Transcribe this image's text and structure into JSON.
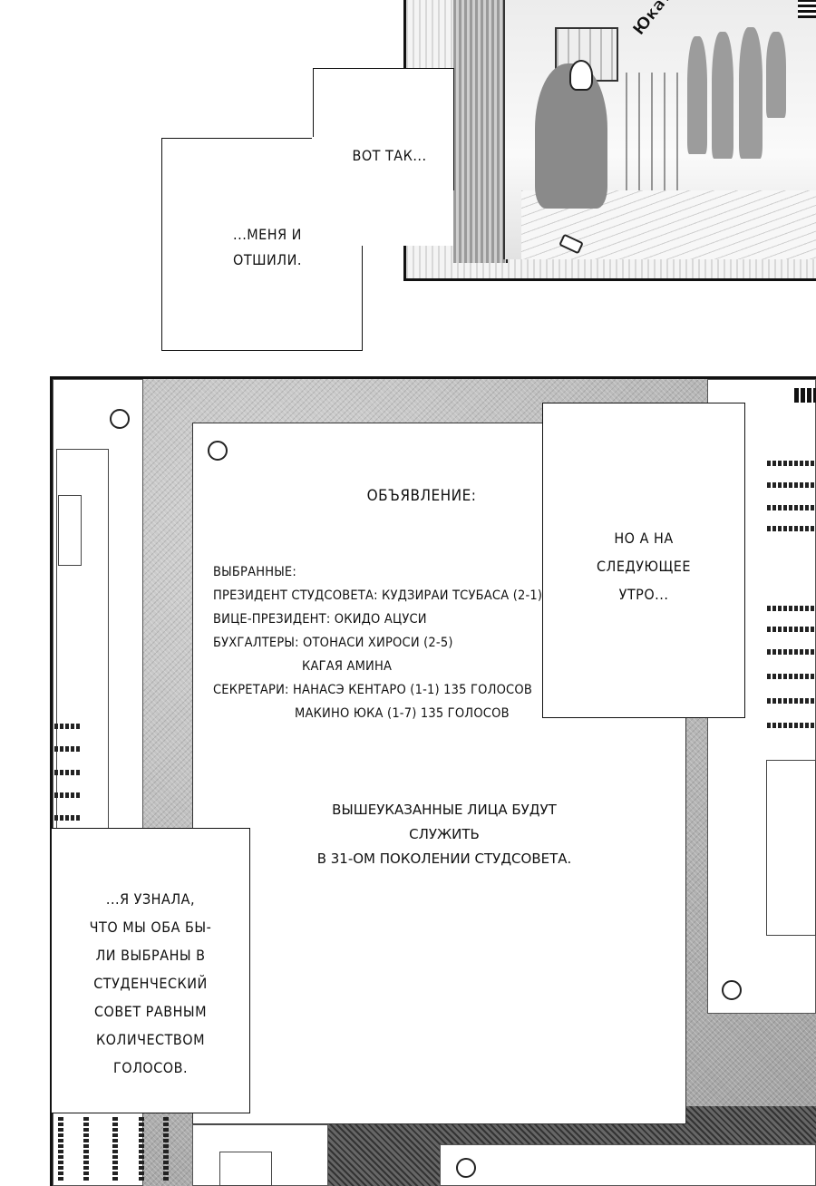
{
  "top_panel": {
    "sfx": "Юка?!"
  },
  "speech": {
    "vot_tak": "ВОТ ТАК...",
    "menya_otshili": [
      "...МЕНЯ И",
      "ОТШИЛИ."
    ],
    "next_morning": [
      "НО А НА",
      "СЛЕДУЮЩЕЕ",
      "УТРО..."
    ],
    "learned": [
      "...Я УЗНАЛА,",
      "ЧТО МЫ ОБА БЫ-",
      "ЛИ ВЫБРАНЫ  В",
      "СТУДЕНЧЕСКИЙ",
      "СОВЕТ РАВНЫМ",
      "КОЛИЧЕСТВОМ",
      "ГОЛОСОВ."
    ]
  },
  "notice": {
    "title": "ОБЪЯВЛЕНИЕ:",
    "lines": [
      "ВЫБРАННЫЕ:",
      "ПРЕЗИДЕНТ СТУДСОВЕТА: КУДЗИРАИ ТСУБАСА (2-1)",
      "ВИЦЕ-ПРЕЗИДЕНТ: ОКИДО АЦУСИ",
      "БУХГАЛТЕРЫ: ОТОНАСИ ХИРОСИ (2-5)",
      "КАГАЯ АМИНА",
      "СЕКРЕТАРИ: НАНАСЭ КЕНТАРО (1-1) 135 ГОЛОСОВ",
      "МАКИНО ЮКА (1-7) 135 ГОЛОСОВ"
    ],
    "footer": [
      "ВЫШЕУКАЗАННЫЕ ЛИЦА БУДУТ СЛУЖИТЬ",
      "В 31-ОМ ПОКОЛЕНИИ СТУДСОВЕТА."
    ]
  }
}
